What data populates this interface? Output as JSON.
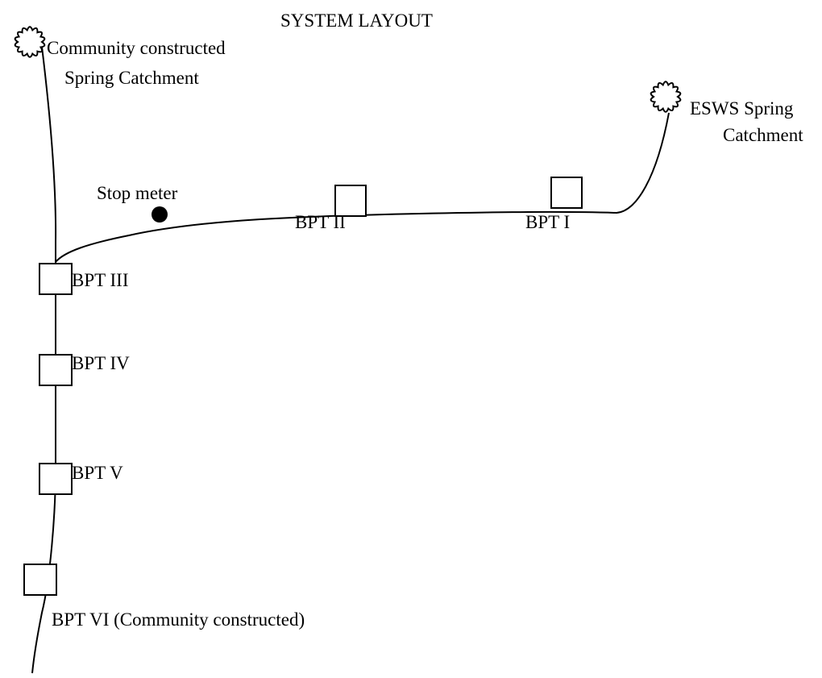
{
  "title": "SYSTEM LAYOUT",
  "sources": {
    "community_spring": {
      "label_line1": "Community constructed",
      "label_line2": "Spring Catchment",
      "icon": "spring-icon"
    },
    "esws_spring": {
      "label_line1": "ESWS Spring",
      "label_line2": "Catchment",
      "icon": "spring-icon"
    }
  },
  "stop_meter": {
    "label": "Stop meter",
    "icon": "filled-circle"
  },
  "bpts": {
    "bpt1": "BPT I",
    "bpt2": "BPT II",
    "bpt3": "BPT III",
    "bpt4": "BPT IV",
    "bpt5": "BPT V",
    "bpt6": "BPT VI (Community constructed)"
  },
  "colors": {
    "line": "#000000",
    "background": "#ffffff"
  }
}
